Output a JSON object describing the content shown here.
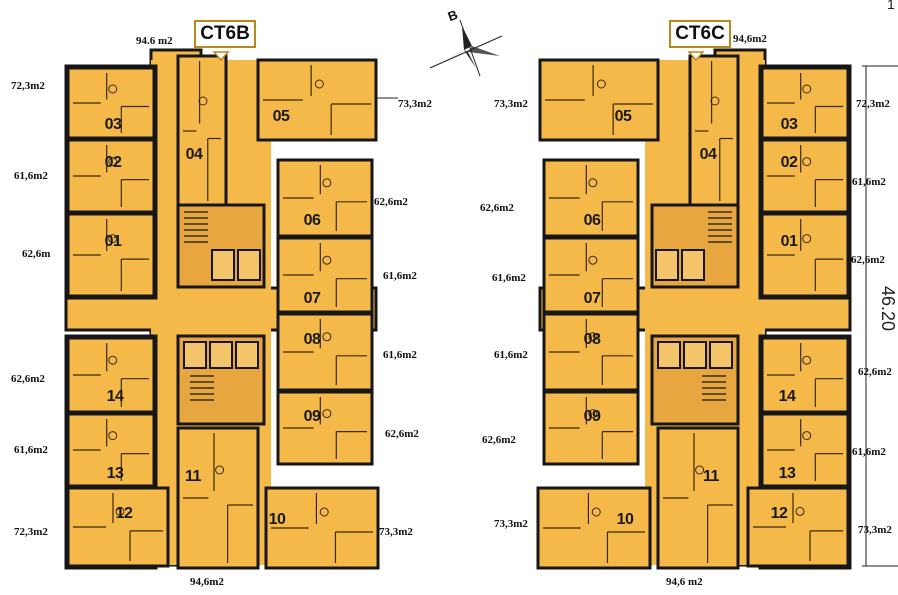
{
  "compass": {
    "letter": "B",
    "icon": "compass-rose-icon"
  },
  "dimension": {
    "side_value": "46.20",
    "corner_mark": "1"
  },
  "colors": {
    "floor": "#F5B94A",
    "wall": "#161616",
    "room_line": "#3a2a10",
    "label_border": "#b58a1a"
  },
  "tower_left": {
    "name": "CT6B",
    "units": [
      "03",
      "02",
      "01",
      "14",
      "13",
      "12",
      "04",
      "11",
      "05",
      "06",
      "07",
      "08",
      "09",
      "10"
    ],
    "areas": {
      "top": "94.6 m2",
      "u03": "72,3m2",
      "u02": "61,6m2",
      "u01": "62,6m",
      "u14": "62,6m2",
      "u13": "61,6m2",
      "u12": "72,3m2",
      "u05": "73,3m2",
      "u06": "62,6m2",
      "u07": "61,6m2",
      "u08": "61,6m2",
      "u09": "62,6m2",
      "u10": "73,3m2",
      "bottom": "94,6m2"
    }
  },
  "tower_right": {
    "name": "CT6C",
    "units": [
      "05",
      "06",
      "07",
      "08",
      "09",
      "10",
      "04",
      "11",
      "03",
      "02",
      "01",
      "14",
      "13",
      "12"
    ],
    "areas": {
      "top": "94,6m2",
      "u05": "73,3m2",
      "u06": "62,6m2",
      "u07": "61,6m2",
      "u08": "61,6m2",
      "u09": "62,6m2",
      "u10": "73,3m2",
      "u03": "72,3m2",
      "u02": "61,6m2",
      "u01": "62,6m2",
      "u14": "62,6m2",
      "u13": "61,6m2",
      "u12": "73,3m2",
      "bottom": "94,6 m2"
    }
  }
}
